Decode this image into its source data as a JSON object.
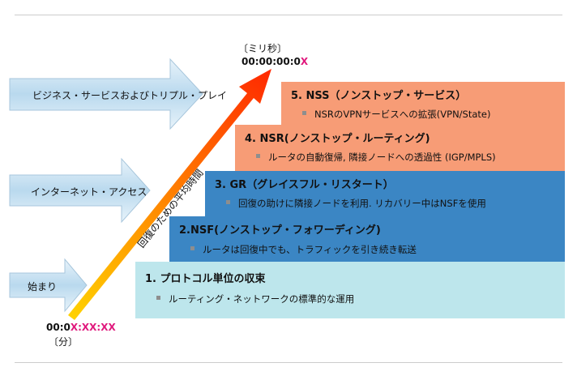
{
  "time_top": {
    "unit": "〔ミリ秒〕",
    "prefix": "00:00:00:0",
    "suffix": "X"
  },
  "time_bottom": {
    "prefix": "00:0",
    "suffix": "X:XX:XX",
    "unit": "〔分〕"
  },
  "diagonal_label": "回復のための平均時間",
  "left_arrows": [
    {
      "label": "ビジネス・サービスおよびトリプル・プレイ"
    },
    {
      "label": "インターネット・アクセス"
    },
    {
      "label": "始まり"
    }
  ],
  "steps": [
    {
      "title": "5. NSS（ノンストップ・サービス）",
      "bullet": "NSRのVPNサービスへの拡張(VPN/State)",
      "color": "#f79c76"
    },
    {
      "title": "4. NSR(ノンストップ・ルーティング)",
      "bullet": "ルータの自動復帰, 隣接ノードへの透過性 (IGP/MPLS)",
      "color": "#f79c76"
    },
    {
      "title": "3. GR（グレイスフル・リスタート）",
      "bullet": "回復の助けに隣接ノードを利用. リカバリー中はNSFを使用",
      "color": "#3b86c4"
    },
    {
      "title": "2.NSF(ノンストップ・フォワーディング)",
      "bullet": "ルータは回復中でも、トラフィックを引き続き転送",
      "color": "#3b86c4"
    },
    {
      "title": "1. プロトコル単位の収束",
      "bullet": "ルーティング・ネットワークの標準的な運用",
      "color": "#bde6ec"
    }
  ]
}
